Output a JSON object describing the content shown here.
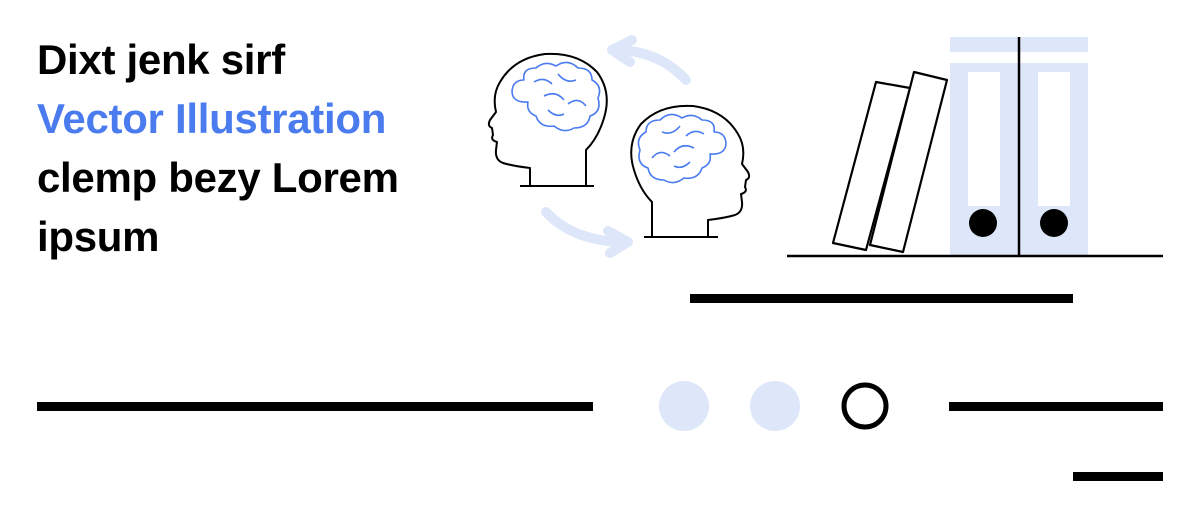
{
  "headline": {
    "line1": "Dixt jenk sirf",
    "line2": "Vector Illustration",
    "line3": "clemp bezy Lorem",
    "line4": "ipsum"
  },
  "colors": {
    "text": "#000000",
    "accent": "#4a7cf0",
    "light_accent": "#dde7f9",
    "background": "#ffffff"
  },
  "icons": [
    "brain-head-icon",
    "cycle-arrows-icon",
    "binder-icon",
    "book-icon"
  ],
  "pagination": {
    "total_dots": 3,
    "active_index": 2
  }
}
